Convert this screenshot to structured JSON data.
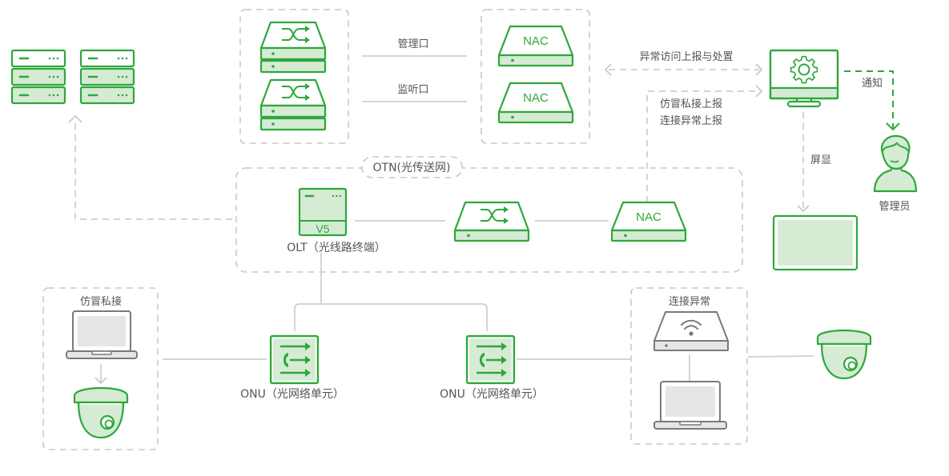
{
  "diagram": {
    "colors": {
      "accent": "#2ea83a",
      "accent_fill": "#d5ebd4",
      "connector": "#cfcfcf",
      "text": "#555555",
      "device_gray": "#7a7a7a"
    },
    "groups": {
      "otn_label": "OTN(光传送网)",
      "counterfeit_label": "仿冒私接",
      "abnormal_label": "连接异常"
    },
    "links": {
      "mgmt_port": "管理口",
      "monitor_port": "监听口",
      "abnormal_report": "异常访问上报与处置",
      "report_line1": "仿冒私接上报",
      "report_line2": "连接异常上报",
      "notify": "通知",
      "screen_display": "屏显"
    },
    "devices": {
      "nac_text": "NAC",
      "olt_badge": "V5",
      "olt_label": "OLT（光线路终端）",
      "onu_label_left": "ONU（光网络单元）",
      "onu_label_right": "ONU（光网络单元）",
      "admin_label": "管理员"
    },
    "icons": {
      "servers": "server-rack-icon",
      "switch": "switch-shuffle-icon",
      "nac": "nac-appliance-icon",
      "olt": "olt-terminal-icon",
      "onu": "onu-unit-icon",
      "monitor": "monitor-gear-icon",
      "admin": "user-admin-icon",
      "display": "display-screen-icon",
      "laptop": "laptop-icon",
      "camera": "dome-camera-icon",
      "wifi_router": "wifi-router-icon"
    }
  }
}
